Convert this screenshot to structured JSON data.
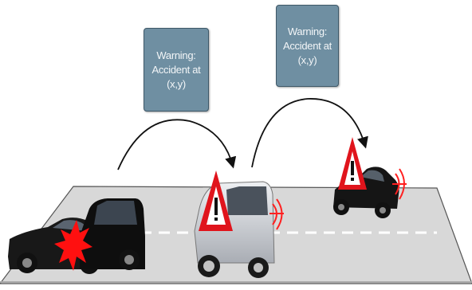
{
  "messages": [
    {
      "line1": "Warning:",
      "line2": "Accident at (x,y)"
    },
    {
      "line1": "Warning:",
      "line2": "Accident at (x,y)"
    }
  ],
  "colors": {
    "road": "#d8d8d8",
    "road_edge": "#555555",
    "lane_marking": "#ffffff",
    "bubble": "#6f8fa2",
    "warning_red": "#e0141c",
    "crash_red": "#ff1010"
  },
  "icons": [
    "warning-triangle-icon",
    "crash-burst-icon",
    "signal-waves-icon",
    "broadcast-arrow-icon"
  ]
}
